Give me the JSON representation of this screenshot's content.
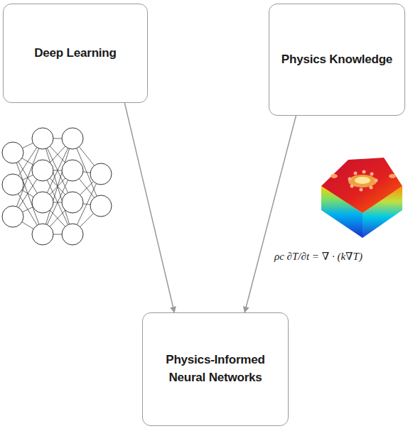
{
  "diagram": {
    "nodes": [
      {
        "text": [
          "Deep Learning"
        ]
      },
      {
        "text": [
          "Physics Knowledge"
        ]
      },
      {
        "text": [
          "Physics-Informed Neural Networks"
        ]
      }
    ],
    "edges": [
      {
        "from": 0,
        "to": 2,
        "arrow": "to"
      },
      {
        "from": 1,
        "to": 2,
        "arrow": "to"
      }
    ],
    "labels": [
      "ρc ∂T/∂t = ∇ · (k∇T)"
    ]
  }
}
